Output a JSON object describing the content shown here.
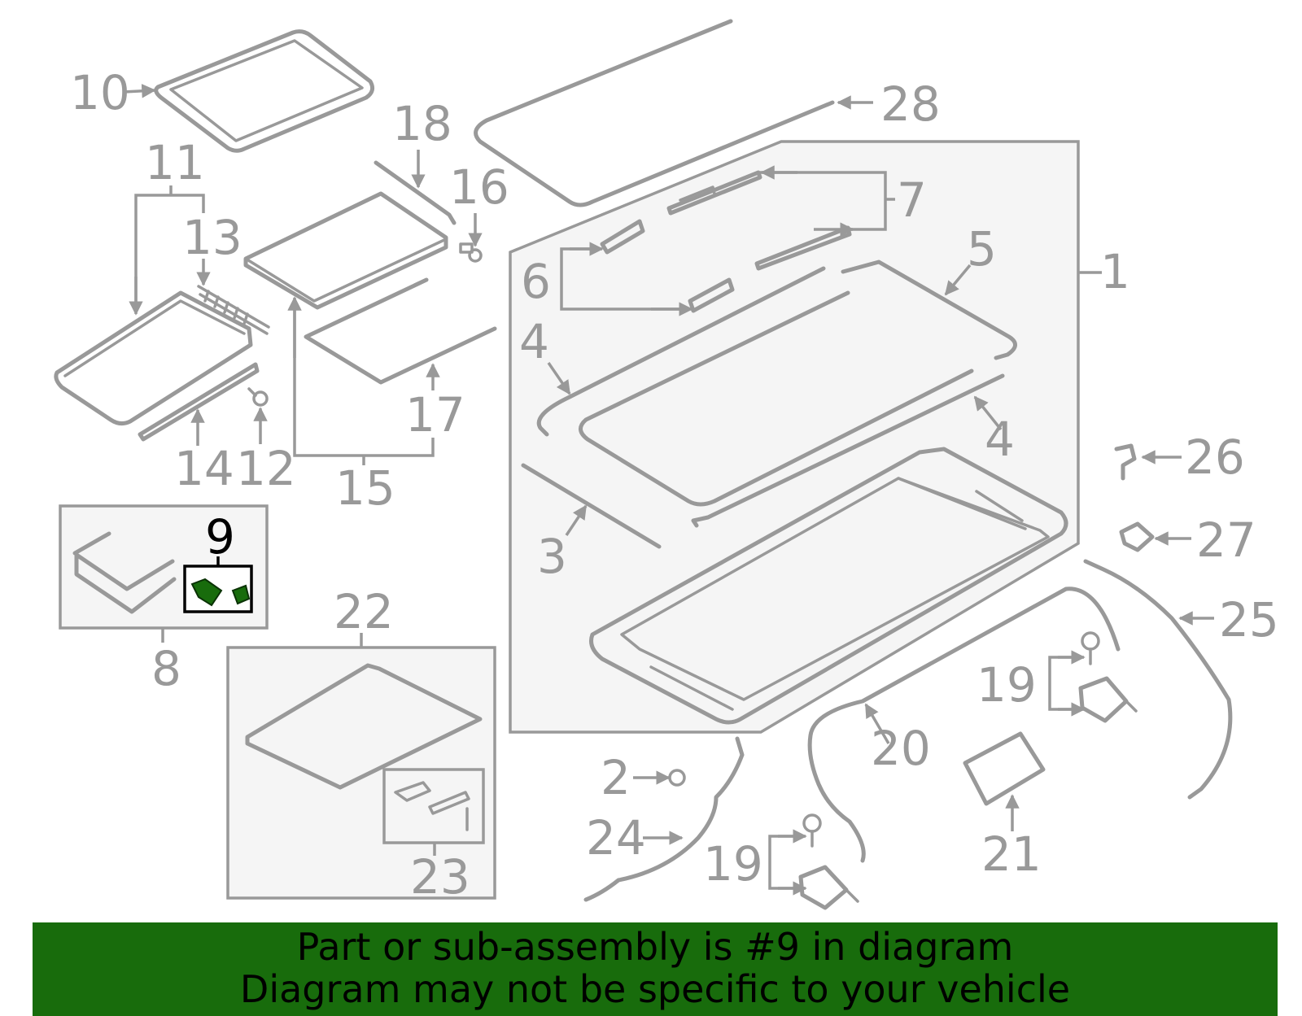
{
  "diagram": {
    "highlighted_part": "9",
    "highlight_color": "#186c0c",
    "line_color": "#999999",
    "callouts": {
      "c1": "1",
      "c2": "2",
      "c3": "3",
      "c4a": "4",
      "c4b": "4",
      "c5": "5",
      "c6": "6",
      "c7": "7",
      "c8": "8",
      "c9": "9",
      "c10": "10",
      "c11": "11",
      "c12": "12",
      "c13": "13",
      "c14": "14",
      "c15": "15",
      "c16": "16",
      "c17": "17",
      "c18": "18",
      "c19a": "19",
      "c19b": "19",
      "c20": "20",
      "c21": "21",
      "c22": "22",
      "c23": "23",
      "c24": "24",
      "c25": "25",
      "c26": "26",
      "c27": "27",
      "c28": "28"
    }
  },
  "banner": {
    "line1": "Part or sub-assembly is #9 in diagram",
    "line2": "Diagram may not be specific to your vehicle",
    "background": "#186c0c"
  }
}
